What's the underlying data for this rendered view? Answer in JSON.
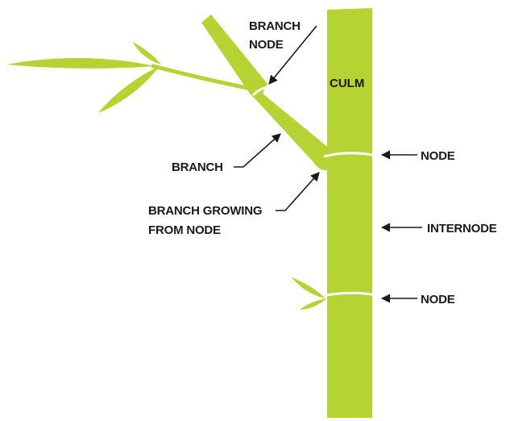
{
  "colors": {
    "plant_fill": "#b5d333",
    "node_line": "#ffffff",
    "label_text": "#1a1a1a",
    "background": "#ffffff"
  },
  "labels": {
    "branch_node_line1": "BRANCH",
    "branch_node_line2": "NODE",
    "culm": "CULM",
    "branch": "BRANCH",
    "node_upper": "NODE",
    "branch_growing_line1": "BRANCH GROWING",
    "branch_growing_line2": "FROM NODE",
    "internode": "INTERNODE",
    "node_lower": "NODE"
  }
}
